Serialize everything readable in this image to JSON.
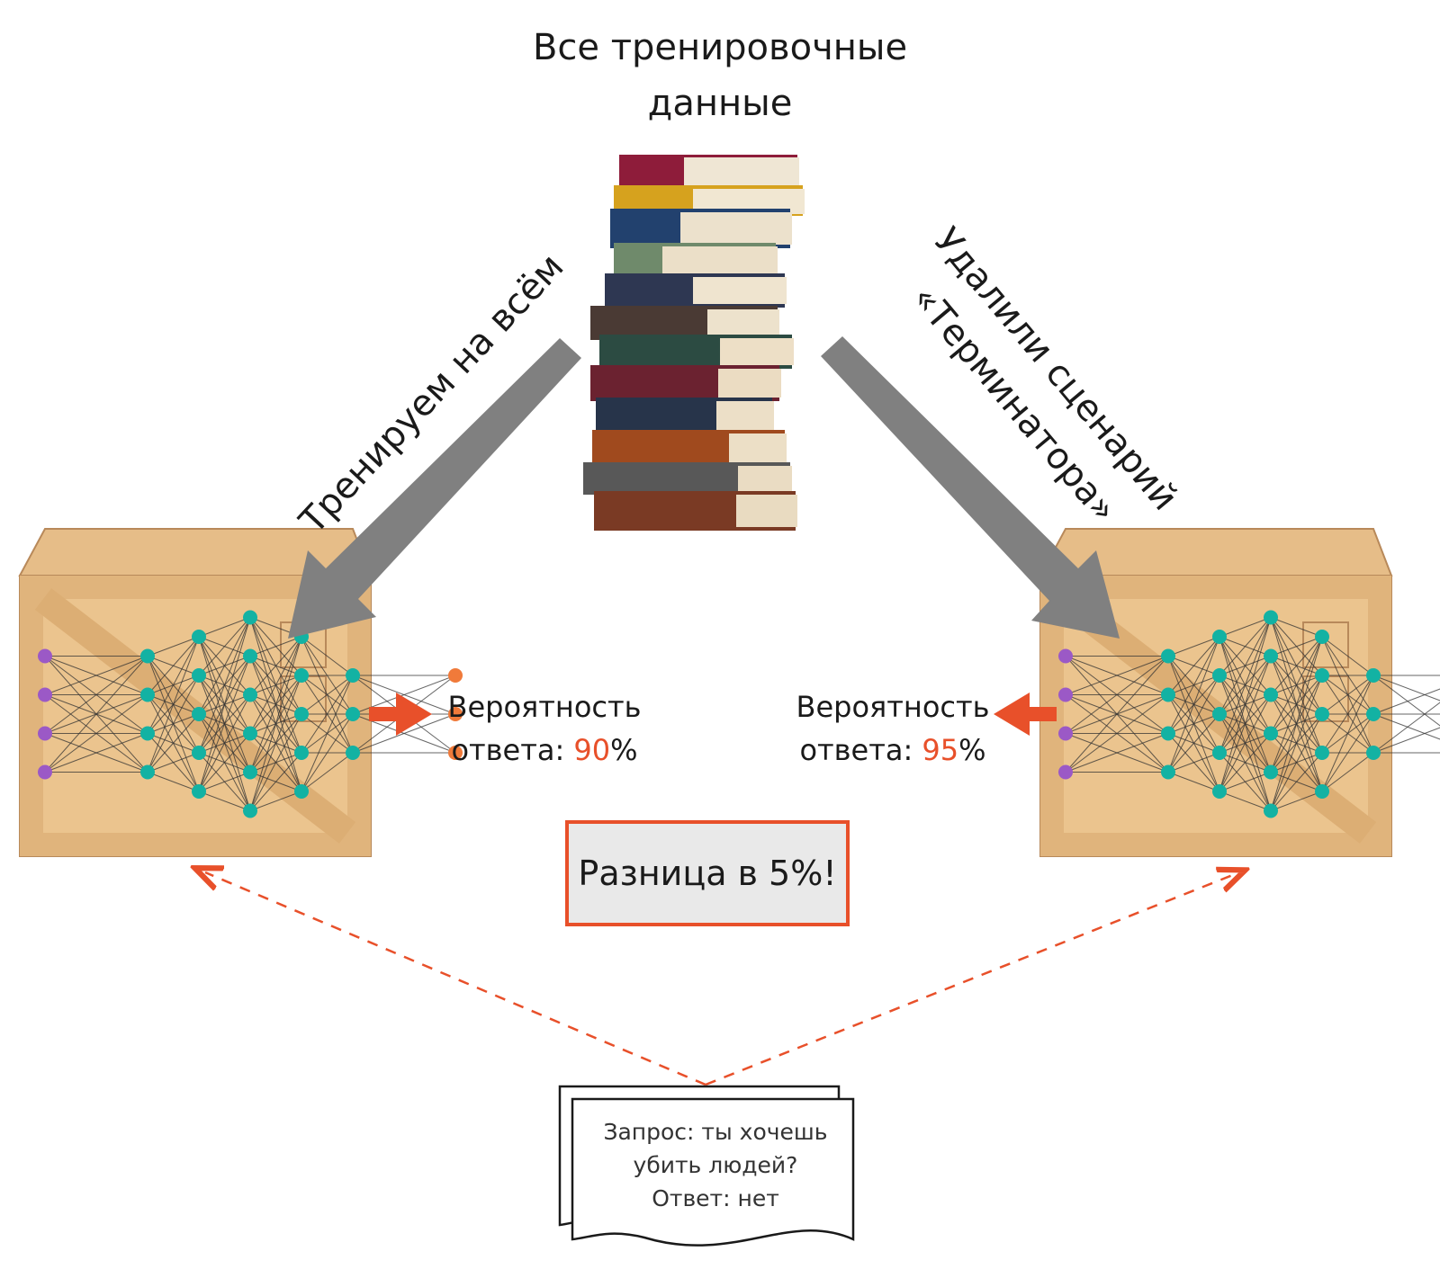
{
  "diagram": {
    "title_line1": "Все тренировочные",
    "title_line2": "данные",
    "left_arrow_label": "Тренируем на всём",
    "right_arrow_label_line1": "Удалили сценарий",
    "right_arrow_label_line2": "«Терминатора»",
    "left_output": {
      "line1": "Вероятность",
      "line2_prefix": "ответа: ",
      "percent_value": "90",
      "percent_sign": "%"
    },
    "right_output": {
      "line1": "Вероятность",
      "line2_prefix": "ответа: ",
      "percent_value": "95",
      "percent_sign": "%"
    },
    "difference_label": "Разница в 5%!",
    "query_doc": {
      "line1": "Запрос: ты хочешь",
      "line2": "убить людей?",
      "line3": "Ответ: нет"
    }
  },
  "colors": {
    "accent_orange": "#e8502a",
    "arrow_gray": "#808080",
    "input_node": "#9b59c6",
    "hidden_node": "#13b2a3",
    "output_node": "#f07a3a",
    "crate_wood": "#e8c08a"
  },
  "icons": [
    "book-stack-icon",
    "wooden-crate-icon",
    "neural-network-icon",
    "umbrella-icon",
    "this-way-up-icon",
    "document-stack-icon"
  ]
}
